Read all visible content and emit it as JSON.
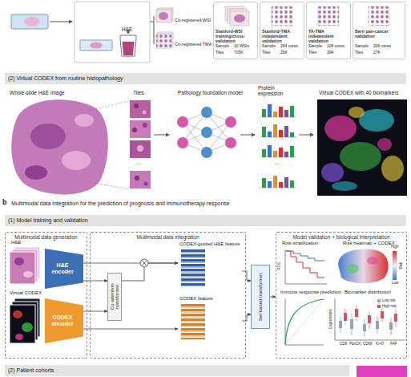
{
  "diagram": {
    "nodes": [
      {
        "text": [
          "Stanford-WSI training/cross-validation"
        ]
      },
      {
        "text": [
          "Stanford-TMA independent validation"
        ]
      },
      {
        "text": [
          "TA-TMA independent validation"
        ]
      },
      {
        "text": [
          "Bern pan-cancer validation"
        ]
      },
      {
        "text": [
          "(2) Virtual CODEX from routine histopathology"
        ]
      },
      {
        "text": [
          "(1) Model training and validation"
        ]
      },
      {
        "text": [
          "Multimodal data generation"
        ]
      },
      {
        "text": [
          "H&E encoder"
        ],
        "in": 6
      },
      {
        "text": [
          "CODEX encoder"
        ],
        "in": 6
      },
      {
        "text": [
          "Multimodal data integration"
        ]
      },
      {
        "text": [
          "Co-attention transformer"
        ],
        "in": 9
      },
      {
        "text": [
          "CODEX-guided H&E feature"
        ],
        "in": 9
      },
      {
        "text": [
          "CODEX feature"
        ],
        "in": 9
      },
      {
        "text": [
          "Set-based transformer"
        ]
      },
      {
        "text": [
          "Model validation + biological interpretation"
        ]
      },
      {
        "text": [
          "(2) Patient cohorts"
        ]
      }
    ],
    "edges": [
      {
        "from": 7,
        "to": 10,
        "arrow": "to"
      },
      {
        "from": 8,
        "to": 10,
        "arrow": "to"
      },
      {
        "from": 7,
        "to": 11,
        "arrow": "to"
      },
      {
        "from": 10,
        "to": 11,
        "arrow": "to"
      },
      {
        "from": 8,
        "to": 12,
        "arrow": "to"
      },
      {
        "from": 11,
        "to": 13,
        "arrow": "to"
      },
      {
        "from": 12,
        "to": 13,
        "arrow": "to"
      },
      {
        "from": 13,
        "to": 14,
        "arrow": "to"
      }
    ],
    "labels": [
      "H&E",
      "Co-registered WSI",
      "Co-registered TMA",
      "Sample",
      "10 WSIs",
      "Tiles",
      "705K",
      "Sample",
      "264 cores",
      "Tiles",
      "25K",
      "Sample",
      "108 cores",
      "Tiles",
      "39K",
      "Sample",
      "206 cores",
      "Tiles",
      "27K",
      "Whole-slide H&E image",
      "Tiles",
      "...",
      "Pathology foundation model",
      "Protein expression",
      "...",
      "Virtual CODEX with 40 biomarkers",
      "b",
      "Multimodal data integration for the prediction of prognosis and immunotherapy response",
      "H&E",
      "Virtual CODEX",
      "Risk stratification",
      "PFS",
      "Risk heatmap + CODEX",
      "High",
      "Risk",
      "Low",
      "Immune response prediction",
      "Biomarker distribution",
      "Expression",
      "CD8",
      "PanCK",
      "CD68",
      "Ki-67",
      "FAP"
    ],
    "legend": [
      {
        "text": "Low risk",
        "color": "#9aa4b1"
      },
      {
        "text": "High risk",
        "color": "#e0525a"
      }
    ]
  }
}
